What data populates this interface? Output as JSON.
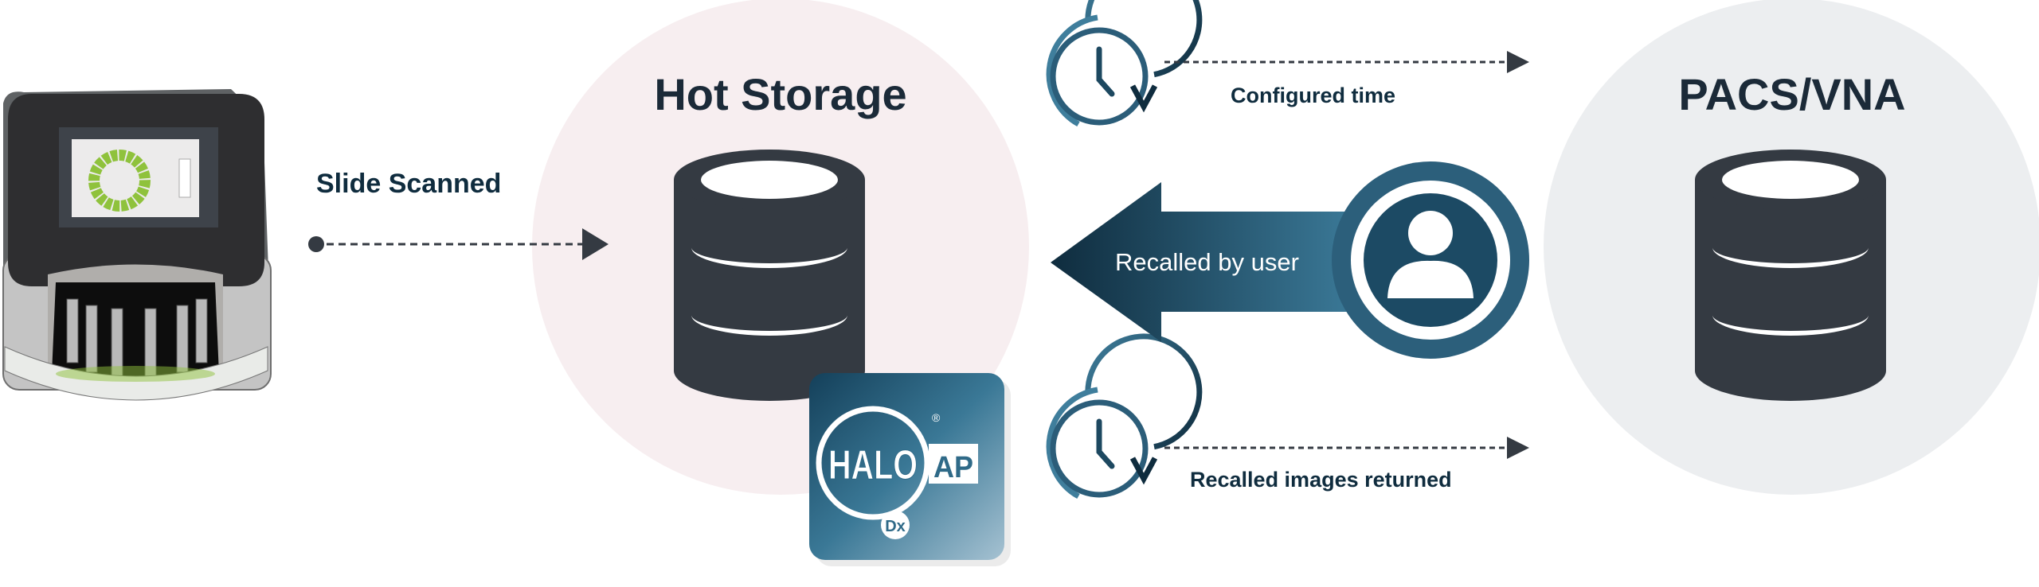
{
  "labels": {
    "slide_scanned": "Slide Scanned",
    "hot_storage": "Hot Storage",
    "pacs_vna": "PACS/VNA",
    "configured_time": "Configured time",
    "recalled_by_user": "Recalled by user",
    "recalled_images_returned": "Recalled images returned"
  },
  "logo": {
    "brand": "HALO",
    "suffix": "AP",
    "sub": "Dx",
    "mark": "®"
  },
  "colors": {
    "hot_storage_bg": "#f7eef0",
    "pacs_bg": "#eceef0",
    "database": "#343a42",
    "accent_dark": "#0f2c3e",
    "accent_blue": "#2f6a88"
  }
}
